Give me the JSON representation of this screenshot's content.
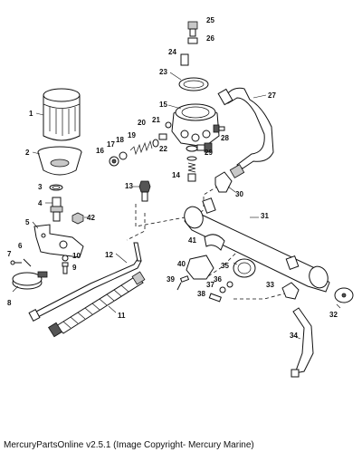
{
  "diagram": {
    "callouts": [
      "1",
      "2",
      "3",
      "4",
      "5",
      "6",
      "7",
      "8",
      "9",
      "10",
      "11",
      "12",
      "13",
      "14",
      "15",
      "16",
      "17",
      "18",
      "19",
      "20",
      "21",
      "22",
      "23",
      "24",
      "25",
      "26",
      "27",
      "28",
      "29",
      "30",
      "31",
      "32",
      "33",
      "34",
      "35",
      "36",
      "37",
      "38",
      "39",
      "40",
      "41",
      "42"
    ]
  },
  "footer": {
    "text": "MercuryPartsOnline v2.5.1 (Image Copyright- Mercury Marine)"
  }
}
